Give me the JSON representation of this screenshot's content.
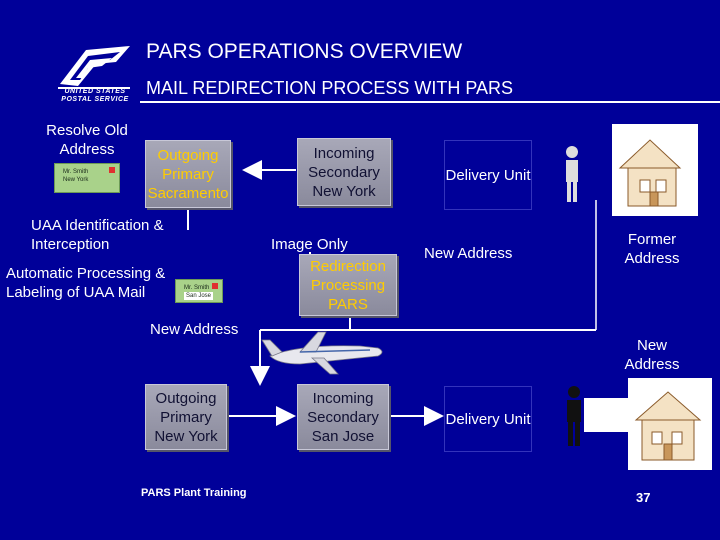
{
  "header": {
    "title": "PARS OPERATIONS OVERVIEW",
    "subtitle": "MAIL REDIRECTION PROCESS WITH PARS",
    "logo_text": "UNITED STATES POSTAL SERVICE"
  },
  "labels": {
    "resolve_old_address": "Resolve Old Address",
    "uaa_identification": "UAA Identification & Interception",
    "auto_processing": "Automatic Processing & Labeling of UAA Mail",
    "new_address_left": "New Address",
    "image_only": "Image Only",
    "new_address_mid": "New Address",
    "former_address": "Former Address",
    "new_address_right": "New Address"
  },
  "nodes": {
    "outgoing_primary_sacramento": "Outgoing Primary Sacramento",
    "incoming_secondary_new_york": "Incoming Secondary New York",
    "delivery_unit_top": "Delivery Unit",
    "redirection_processing": "Redirection Processing PARS",
    "outgoing_primary_new_york": "Outgoing Primary New York",
    "incoming_secondary_san_jose": "Incoming Secondary San Jose",
    "delivery_unit_bottom": "Delivery Unit"
  },
  "envelopes": {
    "top": {
      "line1": "Mr. Smith",
      "line2": "New York"
    },
    "bottom": {
      "line1": "Mr. Smith",
      "line2": "San Jose"
    }
  },
  "footer": {
    "text": "PARS Plant Training",
    "page": "37"
  },
  "colors": {
    "background": "#000099",
    "box_gray": "#9a9aac",
    "accent_orange": "#ffcc00",
    "envelope_green": "#a9d28a"
  }
}
